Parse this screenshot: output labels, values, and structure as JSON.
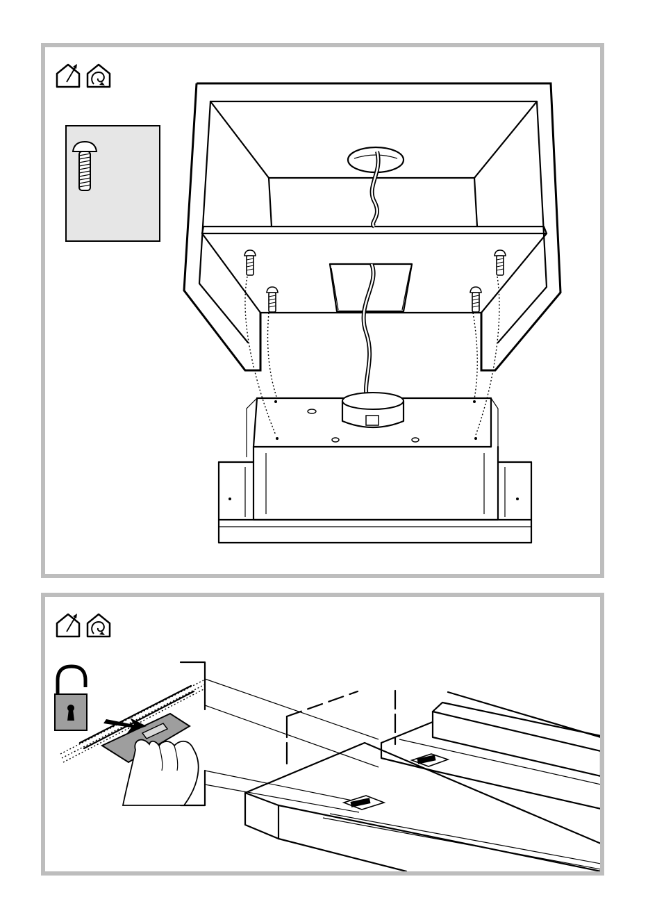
{
  "panels": [
    {
      "id": "top",
      "mode_icons": [
        "ducted-extraction-house-icon",
        "recirculation-house-icon"
      ],
      "detail_box_icon": "screw-icon",
      "screw_count": 4
    },
    {
      "id": "bottom",
      "mode_icons": [
        "ducted-extraction-house-icon",
        "recirculation-house-icon"
      ],
      "detail_icon": "unlock-padlock-icon",
      "action": "slide-latch-to-release"
    }
  ],
  "colors": {
    "panel_border": "#bdbdbd",
    "detail_fill": "#e6e6e6",
    "lock_fill": "#9e9e9e",
    "line": "#000000"
  }
}
